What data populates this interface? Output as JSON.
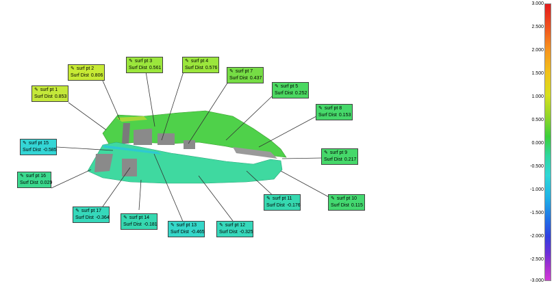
{
  "annotations": [
    {
      "name": "surf pt 1",
      "label": "Surf Dist",
      "value": "0.853",
      "color": "#c4e83a"
    },
    {
      "name": "surf pt 2",
      "label": "Surf Dist",
      "value": "0.806",
      "color": "#c7ea35"
    },
    {
      "name": "surf pt 3",
      "label": "Surf Dist",
      "value": "0.561",
      "color": "#9be63c"
    },
    {
      "name": "surf pt 4",
      "label": "Surf Dist",
      "value": "0.576",
      "color": "#9be63c"
    },
    {
      "name": "surf pt 7",
      "label": "Surf Dist",
      "value": "0.437",
      "color": "#76dd45"
    },
    {
      "name": "surf pt 5",
      "label": "Surf Dist",
      "value": "0.252",
      "color": "#4bd861"
    },
    {
      "name": "surf pt 8",
      "label": "Surf Dist",
      "value": "0.153",
      "color": "#46d86a"
    },
    {
      "name": "surf pt 9",
      "label": "Surf Dist",
      "value": "0.217",
      "color": "#46d86a"
    },
    {
      "name": "surf pt 15",
      "label": "Surf Dist",
      "value": "-0.585",
      "color": "#34d6d6"
    },
    {
      "name": "surf pt 16",
      "label": "Surf Dist",
      "value": "0.029",
      "color": "#3bd98e"
    },
    {
      "name": "surf pt 17",
      "label": "Surf Dist",
      "value": "-0.364",
      "color": "#36d8bb"
    },
    {
      "name": "surf pt 14",
      "label": "Surf Dist",
      "value": "-0.181",
      "color": "#36d8b0"
    },
    {
      "name": "surf pt 13",
      "label": "Surf Dist",
      "value": "-0.465",
      "color": "#35d7c9"
    },
    {
      "name": "surf pt 12",
      "label": "Surf Dist",
      "value": "-0.325",
      "color": "#36d8bb"
    },
    {
      "name": "surf pt 11",
      "label": "Surf Dist",
      "value": "-0.176",
      "color": "#36d8b0"
    },
    {
      "name": "surf pt 10",
      "label": "Surf Dist",
      "value": "0.115",
      "color": "#44d870"
    }
  ],
  "scale": {
    "ticks": [
      "3.000",
      "2.500",
      "2.000",
      "1.500",
      "1.000",
      "0.500",
      "0.000",
      "-0.500",
      "-1.000",
      "-1.500",
      "-2.000",
      "-2.500",
      "-3.000"
    ]
  },
  "icons": {
    "annotation": "probe-icon"
  }
}
